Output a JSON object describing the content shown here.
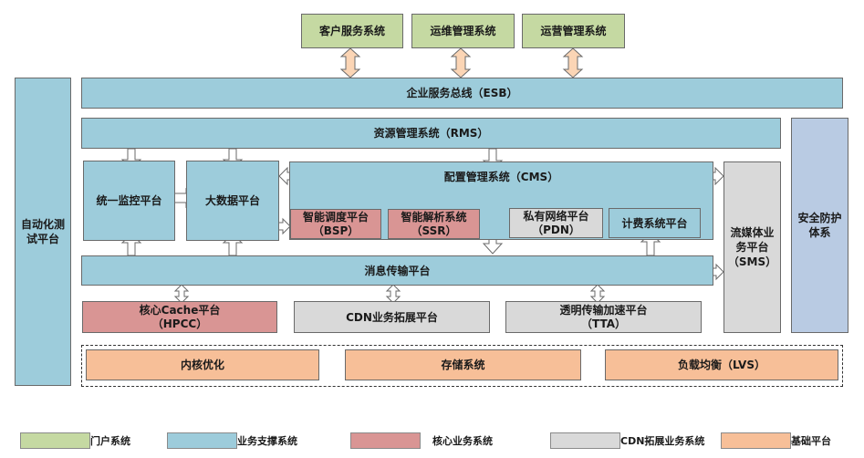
{
  "portal": {
    "customer_service": "客户服务系统",
    "ops_maintenance": "运维管理系统",
    "ops_operation": "运营管理系统"
  },
  "auto_test": {
    "line1": "自动化测",
    "line2": "试平台"
  },
  "esb": "企业服务总线（ESB）",
  "rms": "资源管理系统（RMS）",
  "monitor": "统一监控平台",
  "bigdata": "大数据平台",
  "cms": "配置管理系统（CMS）",
  "bsp": {
    "line1": "智能调度平台",
    "line2": "（BSP）"
  },
  "ssr": {
    "line1": "智能解析系统",
    "line2": "（SSR）"
  },
  "pdn": {
    "line1": "私有网络平台",
    "line2": "（PDN）"
  },
  "billing": "计费系统平台",
  "sms": {
    "line1": "流媒体业",
    "line2": "务平台",
    "line3": "（SMS）"
  },
  "security": {
    "line1": "安全防护",
    "line2": "体系"
  },
  "message": "消息传输平台",
  "hpcc": {
    "line1": "核心Cache平台",
    "line2": "（HPCC）"
  },
  "cdn_ext": "CDN业务拓展平台",
  "tta": {
    "line1": "透明传输加速平台",
    "line2": "（TTA）"
  },
  "kernel": "内核优化",
  "storage": "存储系统",
  "lvs": "负载均衡（LVS）",
  "legend": [
    {
      "label": "门户系统",
      "color": "#c5d9a2"
    },
    {
      "label": "业务支撑系统",
      "color": "#9dccdb"
    },
    {
      "label": "核心业务系统",
      "color": "#d99594"
    },
    {
      "label": "CDN拓展业务系统",
      "color": "#d9d9d9"
    },
    {
      "label": "基础平台",
      "color": "#f7bf98"
    }
  ]
}
